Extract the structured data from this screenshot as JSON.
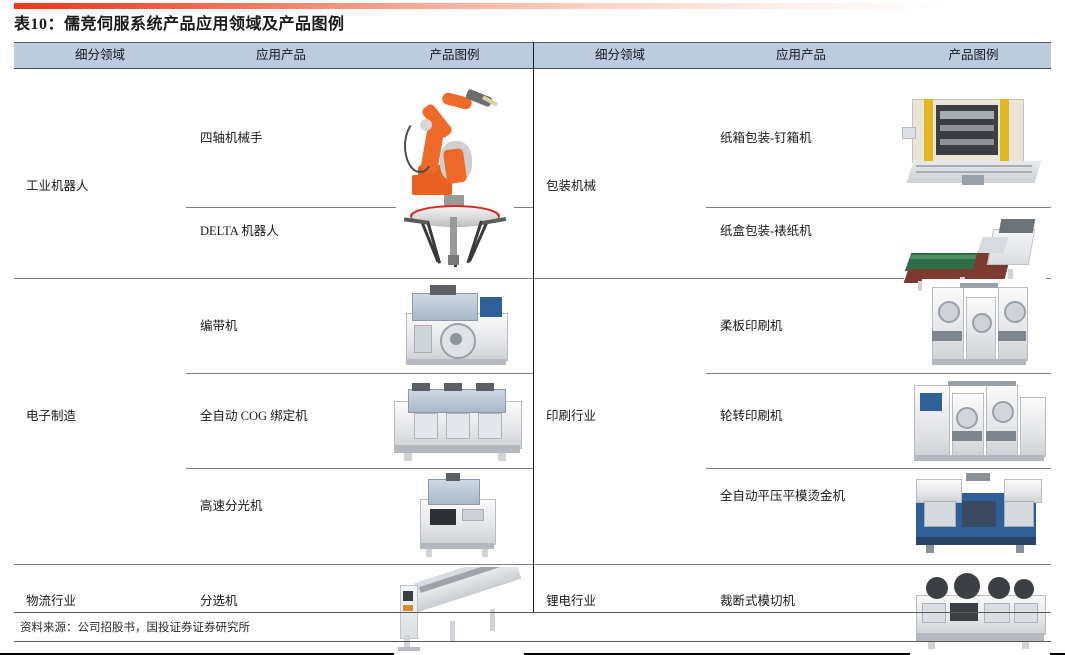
{
  "title": "表10：儒竞伺服系统产品应用领域及产品图例",
  "headers": {
    "left": [
      "细分领域",
      "应用产品",
      "产品图例"
    ],
    "right": [
      "细分领域",
      "应用产品",
      "产品图例"
    ]
  },
  "left_groups": [
    {
      "domain": "工业机器人",
      "products": [
        {
          "name": "四轴机械手",
          "image": "orange-articulated-robot-arm"
        },
        {
          "name": "DELTA 机器人",
          "image": "delta-parallel-robot"
        }
      ]
    },
    {
      "domain": "电子制造",
      "products": [
        {
          "name": "编带机",
          "image": "taping-machine"
        },
        {
          "name": "全自动 COG 绑定机",
          "image": "cog-bonding-machine"
        },
        {
          "name": "高速分光机",
          "image": "high-speed-sorter-machine"
        }
      ]
    },
    {
      "domain": "物流行业",
      "products": [
        {
          "name": "分选机",
          "image": "logistics-sorting-conveyor"
        }
      ]
    }
  ],
  "right_groups": [
    {
      "domain": "包装机械",
      "products": [
        {
          "name": "纸箱包装-钉箱机",
          "image": "carton-stitching-machine"
        },
        {
          "name": "纸盒包装-裱纸机",
          "image": "paper-laminating-machine"
        }
      ]
    },
    {
      "domain": "印刷行业",
      "products": [
        {
          "name": "柔板印刷机",
          "image": "flexo-printing-machine"
        },
        {
          "name": "轮转印刷机",
          "image": "rotary-printing-machine"
        },
        {
          "name": "全自动平压平模烫金机",
          "image": "automatic-foil-stamping-machine"
        }
      ]
    },
    {
      "domain": "锂电行业",
      "products": [
        {
          "name": "裁断式模切机",
          "image": "die-cutting-machine"
        }
      ]
    }
  ],
  "source": "资料来源：公司招股书，国投证券证券研究所",
  "colors": {
    "accent": "#e8381b",
    "header_band": "#bdcbdf",
    "text": "#16181c",
    "rule": "#5a5a5a"
  }
}
